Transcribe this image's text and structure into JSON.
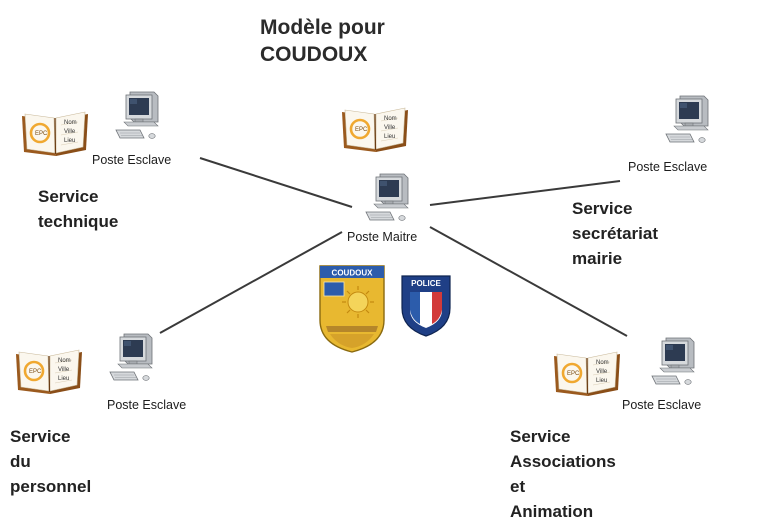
{
  "title": {
    "line1": "Modèle pour",
    "line2": "COUDOUX"
  },
  "book_icon_text": {
    "ring": "EPC",
    "nom": "Nom",
    "ville": "Ville",
    "lieu": "Lieu"
  },
  "crests": {
    "town_banner": "COUDOUX",
    "police_banner": "POLICE"
  },
  "nodes": {
    "master": {
      "poste": "Poste Maitre"
    },
    "technique": {
      "poste": "Poste Esclave",
      "service_line1": "Service",
      "service_line2": "technique"
    },
    "secretariat": {
      "poste": "Poste Esclave",
      "service_line1": "Service secrétariat",
      "service_line2": "mairie"
    },
    "personnel": {
      "poste": "Poste Esclave",
      "service_line1": "Service du",
      "service_line2": "personnel"
    },
    "associations": {
      "poste": "Poste Esclave",
      "service_line1": "Service Associations et",
      "service_line2": "Animation"
    }
  },
  "colors": {
    "book_cover": "#9b5a1e",
    "book_page": "#fbf7ee",
    "ring": "#f0a830",
    "monitor": "#c9ccd0",
    "screen": "#2d3b52",
    "link_line": "#3a3a3a",
    "crest_gold": "#e8b830",
    "crest_blue": "#2c5cab",
    "flag_red": "#d23a3a"
  }
}
